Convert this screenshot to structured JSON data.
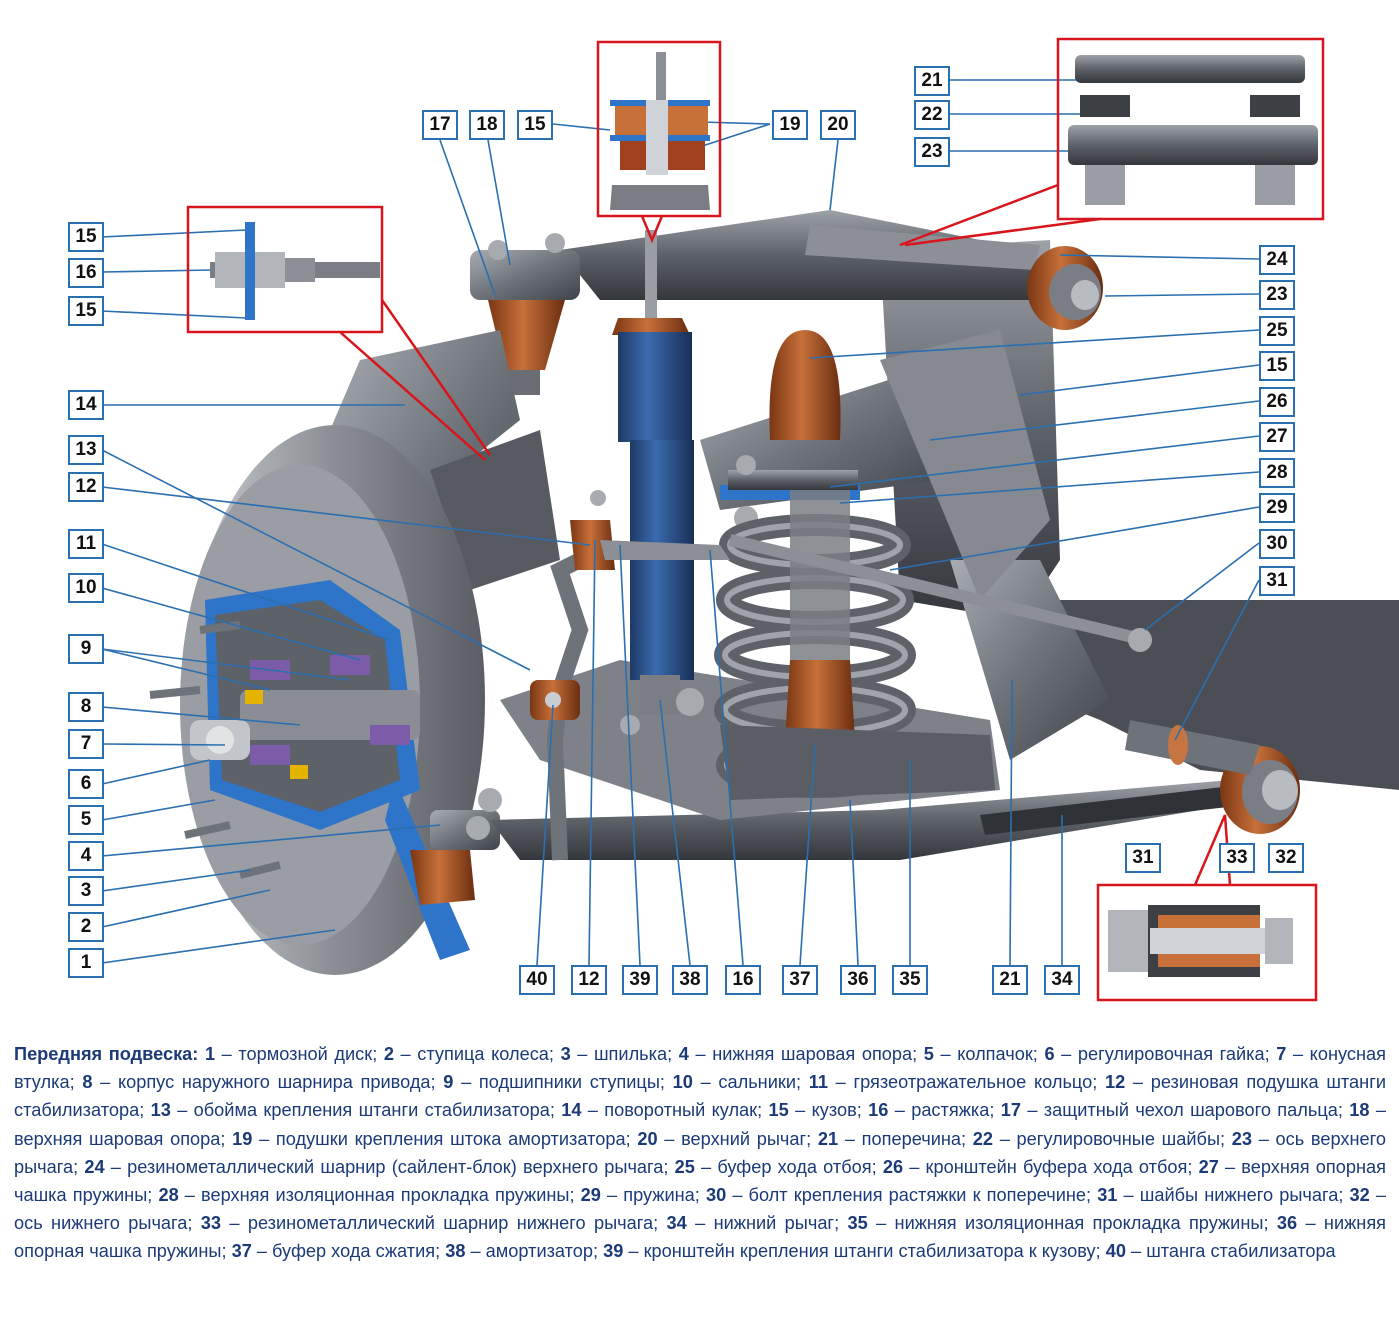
{
  "figure": {
    "left_labels": [
      "15",
      "16",
      "15",
      "14",
      "13",
      "12",
      "11",
      "10",
      "9",
      "8",
      "7",
      "6",
      "5",
      "4",
      "3",
      "2",
      "1"
    ],
    "top_labels": [
      "17",
      "18",
      "15",
      "19",
      "20"
    ],
    "right_labels": [
      "24",
      "23",
      "25",
      "15",
      "26",
      "27",
      "28",
      "29",
      "30",
      "31"
    ],
    "inset_top_right_labels": [
      "21",
      "22",
      "23"
    ],
    "inset_bottom_right_labels": [
      "31",
      "33",
      "32"
    ],
    "bottom_labels": [
      "40",
      "12",
      "39",
      "38",
      "16",
      "37",
      "36",
      "35",
      "21",
      "34"
    ]
  },
  "caption": {
    "title": "Передняя подвеска:",
    "items": [
      {
        "num": "1",
        "text": "тормозной диск"
      },
      {
        "num": "2",
        "text": "ступица колеса"
      },
      {
        "num": "3",
        "text": "шпилька"
      },
      {
        "num": "4",
        "text": "нижняя шаровая опора"
      },
      {
        "num": "5",
        "text": "колпачок"
      },
      {
        "num": "6",
        "text": "регулировочная гайка"
      },
      {
        "num": "7",
        "text": "конусная втулка"
      },
      {
        "num": "8",
        "text": "корпус наружного шарнира привода"
      },
      {
        "num": "9",
        "text": "подшипники ступицы"
      },
      {
        "num": "10",
        "text": "сальники"
      },
      {
        "num": "11",
        "text": "грязеотражательное кольцо"
      },
      {
        "num": "12",
        "text": "резиновая подушка штанги стабилизатора"
      },
      {
        "num": "13",
        "text": "обойма крепления штанги стабилизатора"
      },
      {
        "num": "14",
        "text": "поворотный кулак"
      },
      {
        "num": "15",
        "text": "кузов"
      },
      {
        "num": "16",
        "text": "растяжка"
      },
      {
        "num": "17",
        "text": "защитный чехол шарового пальца"
      },
      {
        "num": "18",
        "text": "верхняя шаровая опора"
      },
      {
        "num": "19",
        "text": "подушки крепления штока амортизатора"
      },
      {
        "num": "20",
        "text": "верхний рычаг"
      },
      {
        "num": "21",
        "text": "поперечина"
      },
      {
        "num": "22",
        "text": "регулировочные шайбы"
      },
      {
        "num": "23",
        "text": "ось верхнего рычага"
      },
      {
        "num": "24",
        "text": "резинометаллический шарнир (сайлент-блок) верхнего рычага"
      },
      {
        "num": "25",
        "text": "буфер хода отбоя"
      },
      {
        "num": "26",
        "text": "кронштейн буфера хода отбоя"
      },
      {
        "num": "27",
        "text": "верхняя опорная чашка пружины"
      },
      {
        "num": "28",
        "text": "верхняя изоляционная прокладка пружины"
      },
      {
        "num": "29",
        "text": "пружина"
      },
      {
        "num": "30",
        "text": "болт крепления растяжки к поперечине"
      },
      {
        "num": "31",
        "text": "шайбы нижнего рычага"
      },
      {
        "num": "32",
        "text": "ось нижнего рычага"
      },
      {
        "num": "33",
        "text": "резинометаллический шарнир нижнего рычага"
      },
      {
        "num": "34",
        "text": "нижний рычаг"
      },
      {
        "num": "35",
        "text": "нижняя изоляционная прокладка пружины"
      },
      {
        "num": "36",
        "text": "нижняя опорная чашка пружины"
      },
      {
        "num": "37",
        "text": "буфер хода сжатия"
      },
      {
        "num": "38",
        "text": "амортизатор"
      },
      {
        "num": "39",
        "text": "кронштейн крепления штанги стабилизатора к кузову"
      },
      {
        "num": "40",
        "text": "штанга стабилизатора"
      }
    ]
  },
  "colors": {
    "label_border": "#2a6fb0",
    "inset_border": "#d8141c",
    "body_blue": "#2e74c8",
    "rubber": "#b8622e",
    "steel": "#6f737a",
    "shock": "#2c4f86",
    "caption_text": "#1c3a78"
  }
}
